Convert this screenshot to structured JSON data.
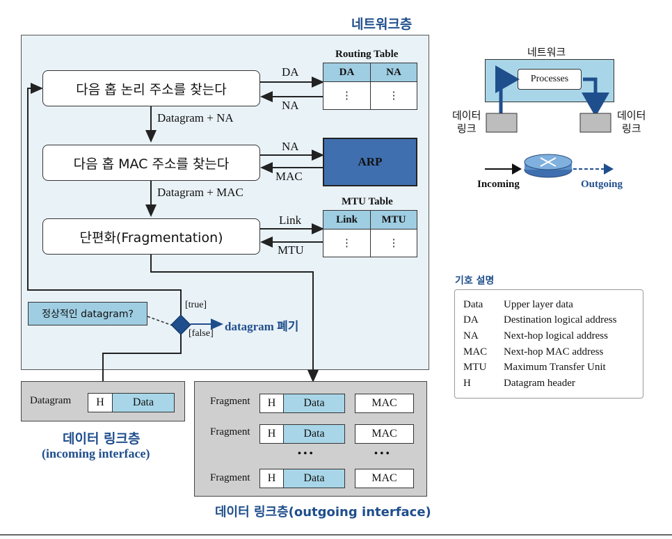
{
  "network_layer": {
    "title": "네트워크층"
  },
  "steps": {
    "find_logical": "다음 홉 논리 주소를 찾는다",
    "find_mac": "다음 홉 MAC 주소를 찾는다",
    "fragment": "단편화(Fragmentation)"
  },
  "routing_table": {
    "title": "Routing Table",
    "col1": "DA",
    "col2": "NA",
    "dots": "⋮"
  },
  "arp": {
    "label": "ARP"
  },
  "mtu_table": {
    "title": "MTU Table",
    "col1": "Link",
    "col2": "MTU",
    "dots": "⋮"
  },
  "arrows": {
    "da": "DA",
    "na_back": "NA",
    "dg_na": "Datagram + NA",
    "na_to_arp": "NA",
    "mac_back": "MAC",
    "dg_mac": "Datagram + MAC",
    "link": "Link",
    "mtu_back": "MTU"
  },
  "decision": {
    "question": "정상적인 datagram?",
    "true_label": "[true]",
    "false_label": "[false]",
    "discard": "datagram 폐기"
  },
  "incoming": {
    "row_label": "Datagram",
    "h": "H",
    "data": "Data",
    "caption1": "데이터 링크층",
    "caption2": "(incoming interface)"
  },
  "outgoing": {
    "rows": [
      {
        "label": "Fragment",
        "h": "H",
        "data": "Data",
        "mac": "MAC"
      },
      {
        "label": "Fragment",
        "h": "H",
        "data": "Data",
        "mac": "MAC"
      },
      {
        "label": "Fragment",
        "h": "H",
        "data": "Data",
        "mac": "MAC"
      }
    ],
    "ellipsis": "• • •",
    "caption": "데이터 링크층(outgoing interface)"
  },
  "mini": {
    "title": "네트워크",
    "processes": "Processes",
    "dl_left": "데이터\n링크",
    "dl_right": "데이터\n링크",
    "incoming": "Incoming",
    "outgoing": "Outgoing"
  },
  "legend": {
    "title": "기호 설명",
    "items": [
      {
        "k": "Data",
        "v": "Upper layer data"
      },
      {
        "k": "DA",
        "v": "Destination logical address"
      },
      {
        "k": "NA",
        "v": "Next-hop logical address"
      },
      {
        "k": "MAC",
        "v": "Next-hop MAC address"
      },
      {
        "k": "MTU",
        "v": "Maximum Transfer Unit"
      },
      {
        "k": "H",
        "v": "Datagram header"
      }
    ]
  },
  "colors": {
    "accent": "#1f4e8c",
    "table_header": "#9fcde2",
    "arp": "#3f6fae",
    "layer_bg": "#e9f2f7"
  }
}
